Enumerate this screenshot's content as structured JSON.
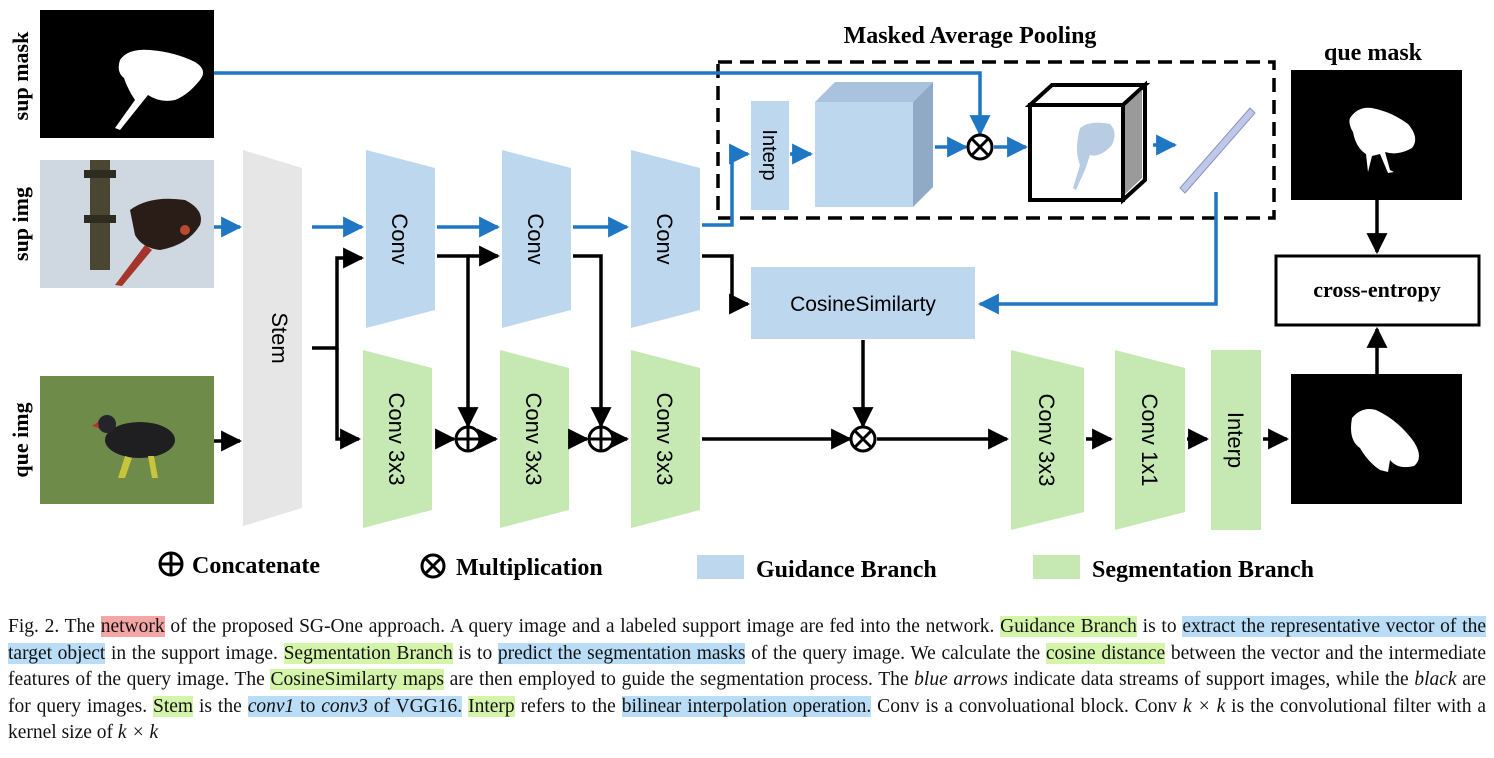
{
  "diagram": {
    "inputs": {
      "sup_mask": "sup mask",
      "sup_img": "sup img",
      "que_img": "que img"
    },
    "stem": "Stem",
    "conv": "Conv",
    "conv3x3": "Conv 3x3",
    "conv1x1": "Conv 1x1",
    "interp": "Interp",
    "map_title": "Masked Average Pooling",
    "cosine": "CosineSimilarty",
    "cross_entropy": "cross-entropy",
    "que_mask": "que mask",
    "legend": {
      "concatenate": "Concatenate",
      "multiplication": "Multiplication",
      "guidance": "Guidance Branch",
      "segmentation": "Segmentation Branch"
    },
    "colors": {
      "guidance": "#bdd7ee",
      "segmentation": "#c6e9b4",
      "stem": "#e6e6e6",
      "blue_arrow": "#1f77c4",
      "black_arrow": "#000000"
    }
  },
  "caption": {
    "p01": "Fig. 2.  The ",
    "p02": "network",
    "p03": " of the proposed SG-One approach. A query image and a labeled support image are fed into the network. ",
    "p04": "Guidance Branch",
    "p05": " is to ",
    "p06": "extract the representative vector of the target object",
    "p07": " in the support image. ",
    "p08": "Segmentation Branch",
    "p09": " is to ",
    "p10": "predict the segmentation masks",
    "p11": " of the query image. We calculate the ",
    "p12": "cosine distance",
    "p13": " between the vector and the intermediate features of the query image. The ",
    "p14": "CosineSimilarty maps",
    "p15": " are then employed to guide the segmentation process. The ",
    "p16": "blue arrows",
    "p17": " indicate data streams of support images, while the ",
    "p18": "black",
    "p19": " are for query images. ",
    "p20": "Stem",
    "p21": " is the ",
    "p22a": "conv1",
    "p22b": " to ",
    "p22c": "conv3",
    "p22d": " of VGG16.",
    "p23": " ",
    "p24": "Interp",
    "p25": " refers to the ",
    "p26": "bilinear interpolation operation.",
    "p27": " Conv is a convoluational block. Conv ",
    "p28": "k × k",
    "p29": " is the convolutional filter with a kernel size of ",
    "p30": "k × k"
  }
}
